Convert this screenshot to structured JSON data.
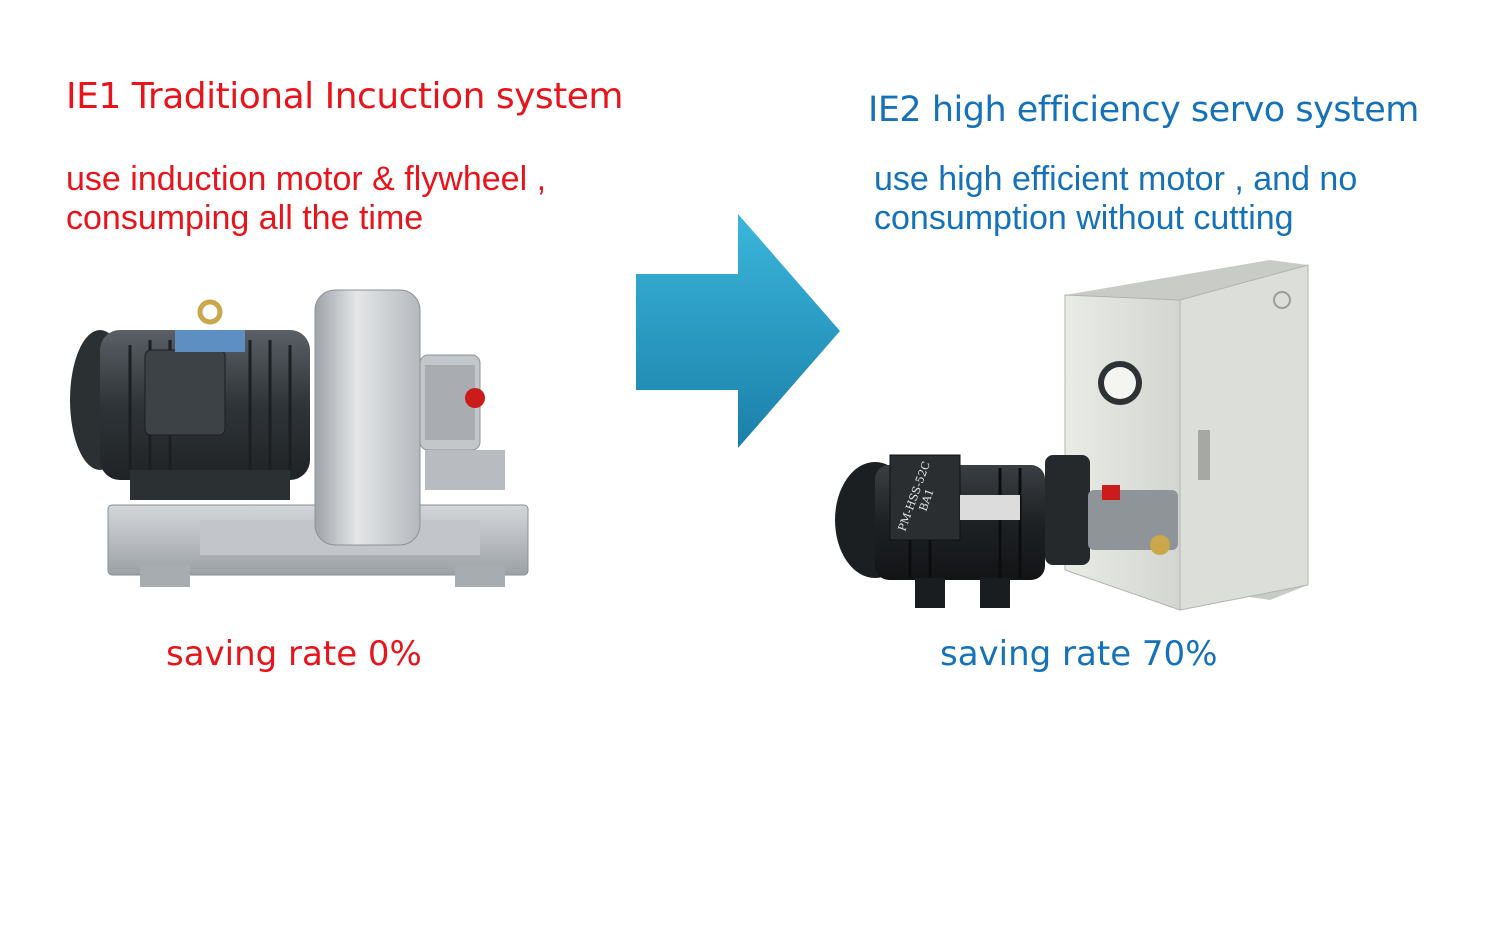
{
  "left": {
    "title": "IE1 Traditional Incuction system",
    "description_line1": "use induction motor & flywheel ,",
    "description_line2": "consumping all the time",
    "saving": "saving rate 0%",
    "color": "#e8141b"
  },
  "right": {
    "title": "IE2 high efficiency servo system",
    "description_line1": "use high efficient motor , and no",
    "description_line2": "consumption without cutting",
    "saving": "saving rate 70%",
    "color": "#1672b8",
    "motor_label_line1": "PM-HSS-52C",
    "motor_label_line2": "BA1"
  },
  "arrow": {
    "icon": "right-arrow-icon",
    "color": "#2aa0c8"
  }
}
